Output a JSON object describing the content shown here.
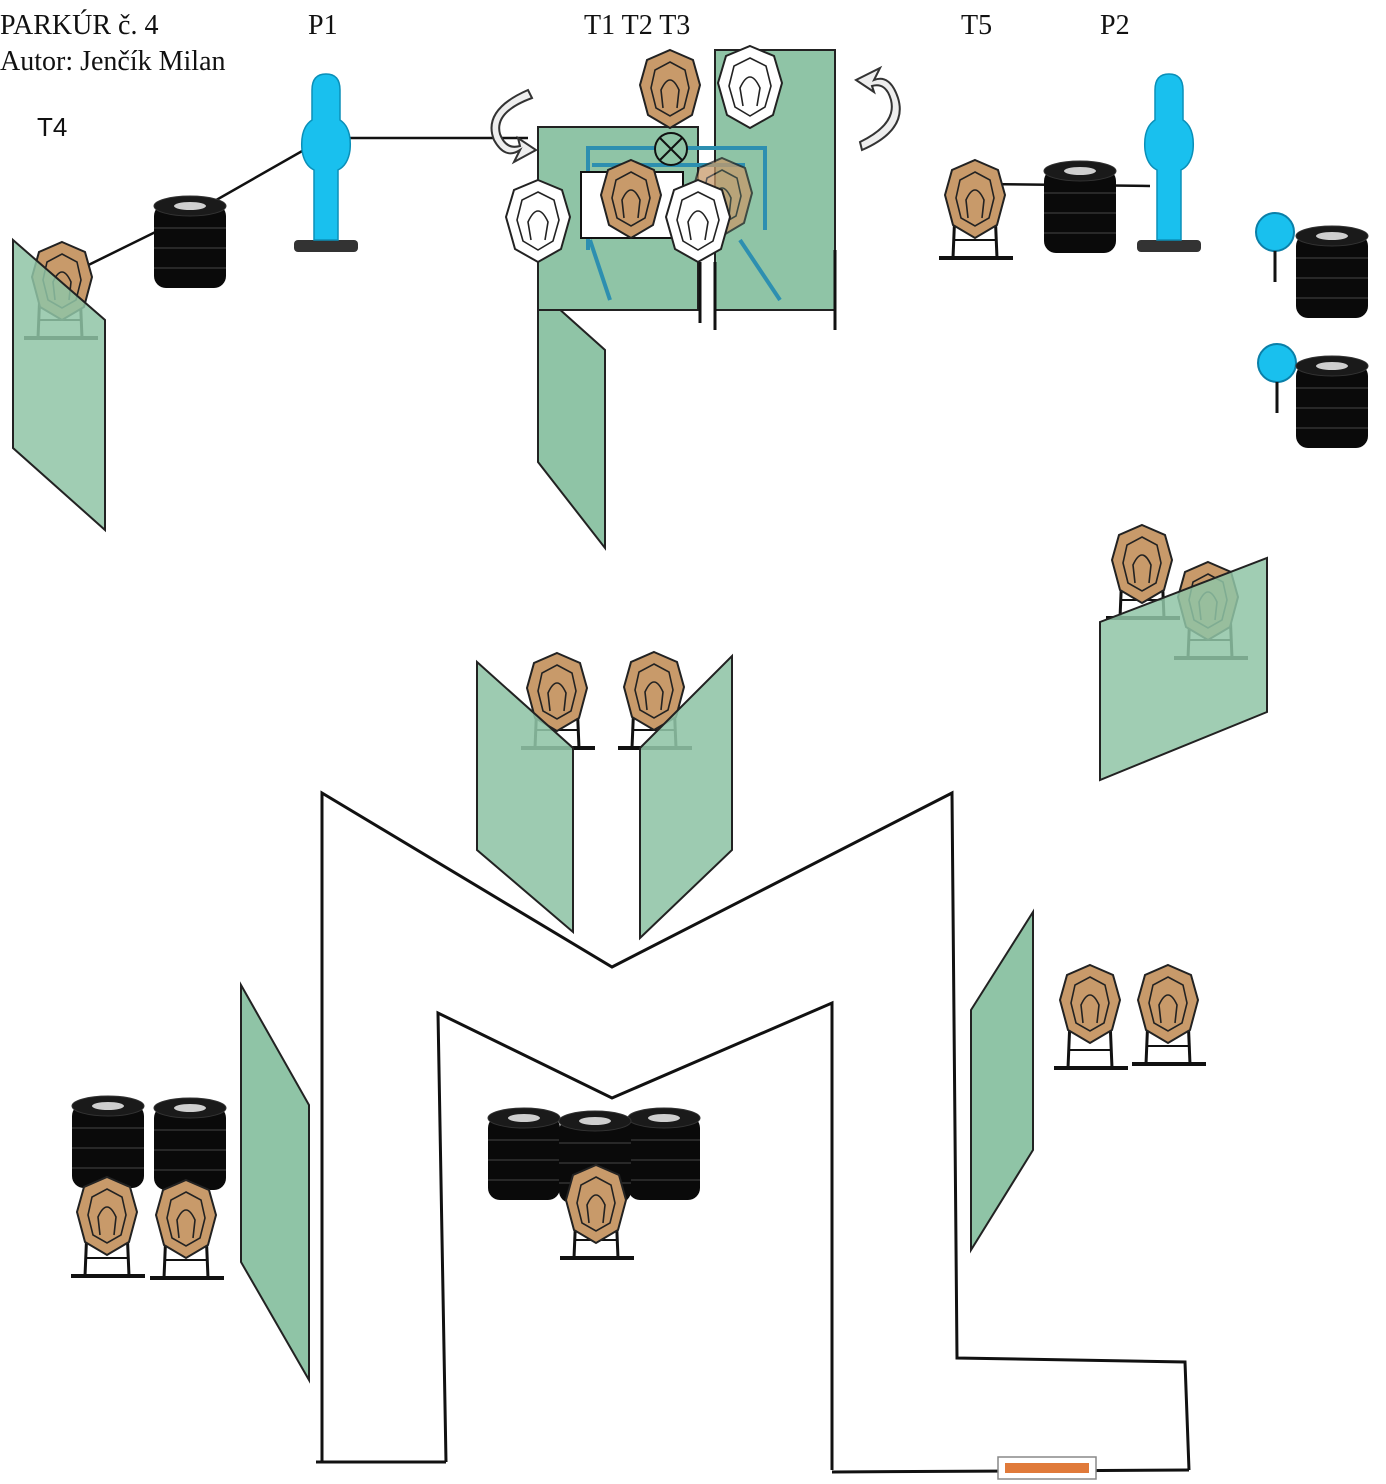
{
  "header": {
    "title": "PARKÚR  č. 4",
    "author": "Autor:  Jenčík Milan"
  },
  "labels": {
    "p1": "P1",
    "p2": "P2",
    "t123": "T1 T2 T3",
    "t4": "T4",
    "t5": "T5"
  },
  "colors": {
    "wall_fill": "#8fc4a6",
    "steel_target": "#c89a6a",
    "paper_target": "#ffffff",
    "popper": "#19c0ee",
    "tire_stack": "#0a0a0a",
    "start_mark": "#e07a3a",
    "frame": "#2d8fb0"
  },
  "legend_icons": [
    "steel-target-icon",
    "no-shoot-target-icon",
    "popper-icon",
    "tire-barrel-icon",
    "barrier-wall-icon",
    "swing-arrow-icon",
    "start-position-icon"
  ]
}
